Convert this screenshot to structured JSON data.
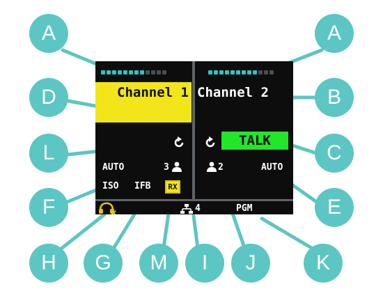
{
  "colors": {
    "callout": "#5cc6c4",
    "screen_bg": "#0d0d0d",
    "meter_on": "#2ec4c4",
    "meter_off": "#4a4f55",
    "channel_active": "#f2e51a",
    "talk": "#22e62a"
  },
  "screen": {
    "left": {
      "meter": {
        "lit": 8,
        "total": 12
      },
      "channel_label": "Channel 1",
      "auto_label": "AUTO",
      "user_count": "3",
      "iso_label": "ISO",
      "ifb_label": "IFB",
      "rx_label": "RX"
    },
    "right": {
      "meter": {
        "lit": 9,
        "total": 12
      },
      "channel_label": "Channel 2",
      "talk_label": "TALK",
      "user_count": "2",
      "auto_label": "AUTO"
    },
    "footer": {
      "network_count": "4",
      "pgm_label": "PGM"
    },
    "icons": [
      "refresh-icon",
      "person-icon",
      "headset-off-icon",
      "network-icon"
    ]
  },
  "callouts": [
    "A",
    "A",
    "D",
    "B",
    "L",
    "C",
    "F",
    "E",
    "H",
    "G",
    "M",
    "I",
    "J",
    "K"
  ]
}
